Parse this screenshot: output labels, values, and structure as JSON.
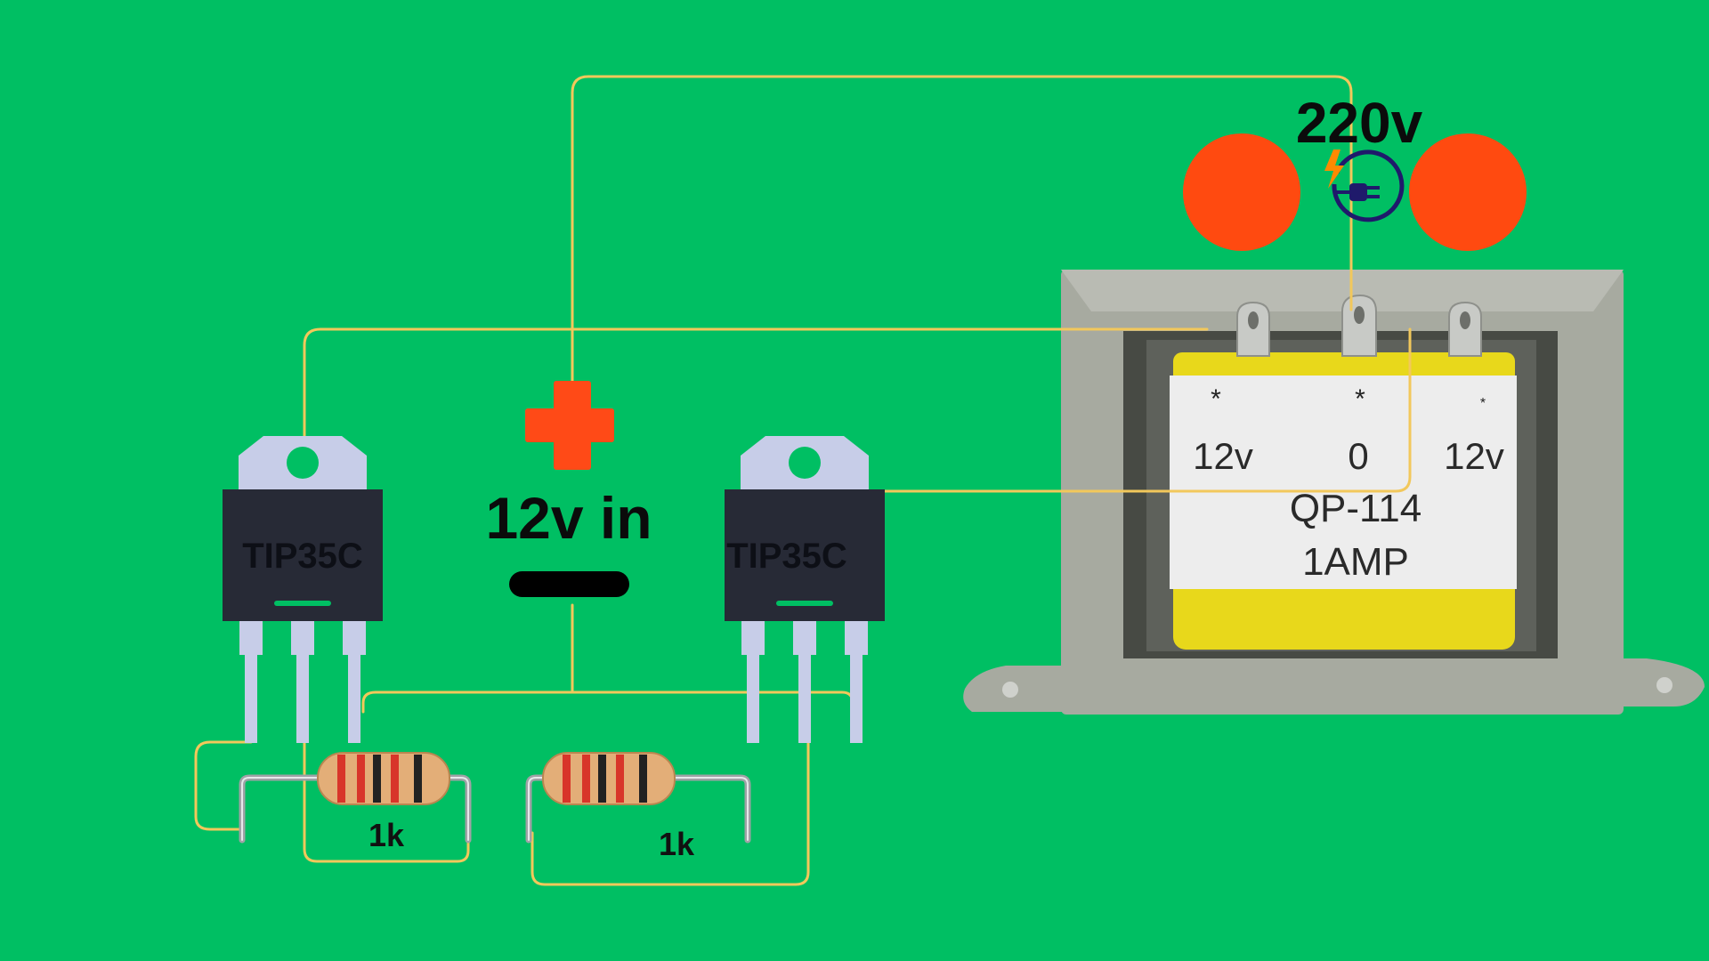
{
  "colors": {
    "background": "#00bf63",
    "wire": "#f2c85b",
    "transistor_tab": "#c7cde8",
    "transistor_body": "#272a36",
    "transistor_marker": "#00bf63",
    "plus_sign": "#ff4a17",
    "minus_sign": "#000000",
    "mains_dots": "#ff4a10",
    "plug_icon": "#1f1a6b",
    "bolt": "#ff8a00",
    "transformer_frame": "#a7aaa0",
    "transformer_label": "#ededed",
    "transformer_coil": "#e8d81b",
    "resistor_body": "#e3ae78",
    "resistor_band_red": "#d8352a",
    "resistor_band_black": "#222222",
    "resistor_lead": "#9fa2a6"
  },
  "labels": {
    "transistor_left": "TIP35C",
    "transistor_right": "TIP35C",
    "input_voltage": "12v in",
    "mains_voltage": "220v",
    "resistor_left": "1k",
    "resistor_right": "1k"
  },
  "transformer": {
    "tap_left": "12v",
    "tap_center": "0",
    "tap_right": "12v",
    "model": "QP-114",
    "rating": "1AMP",
    "star_left": "*",
    "star_center": "*",
    "star_right": "*"
  },
  "icons": {
    "plus": "plus-icon",
    "minus": "minus-icon",
    "mains_plug": "plug-icon",
    "lightning": "lightning-bolt-icon"
  }
}
